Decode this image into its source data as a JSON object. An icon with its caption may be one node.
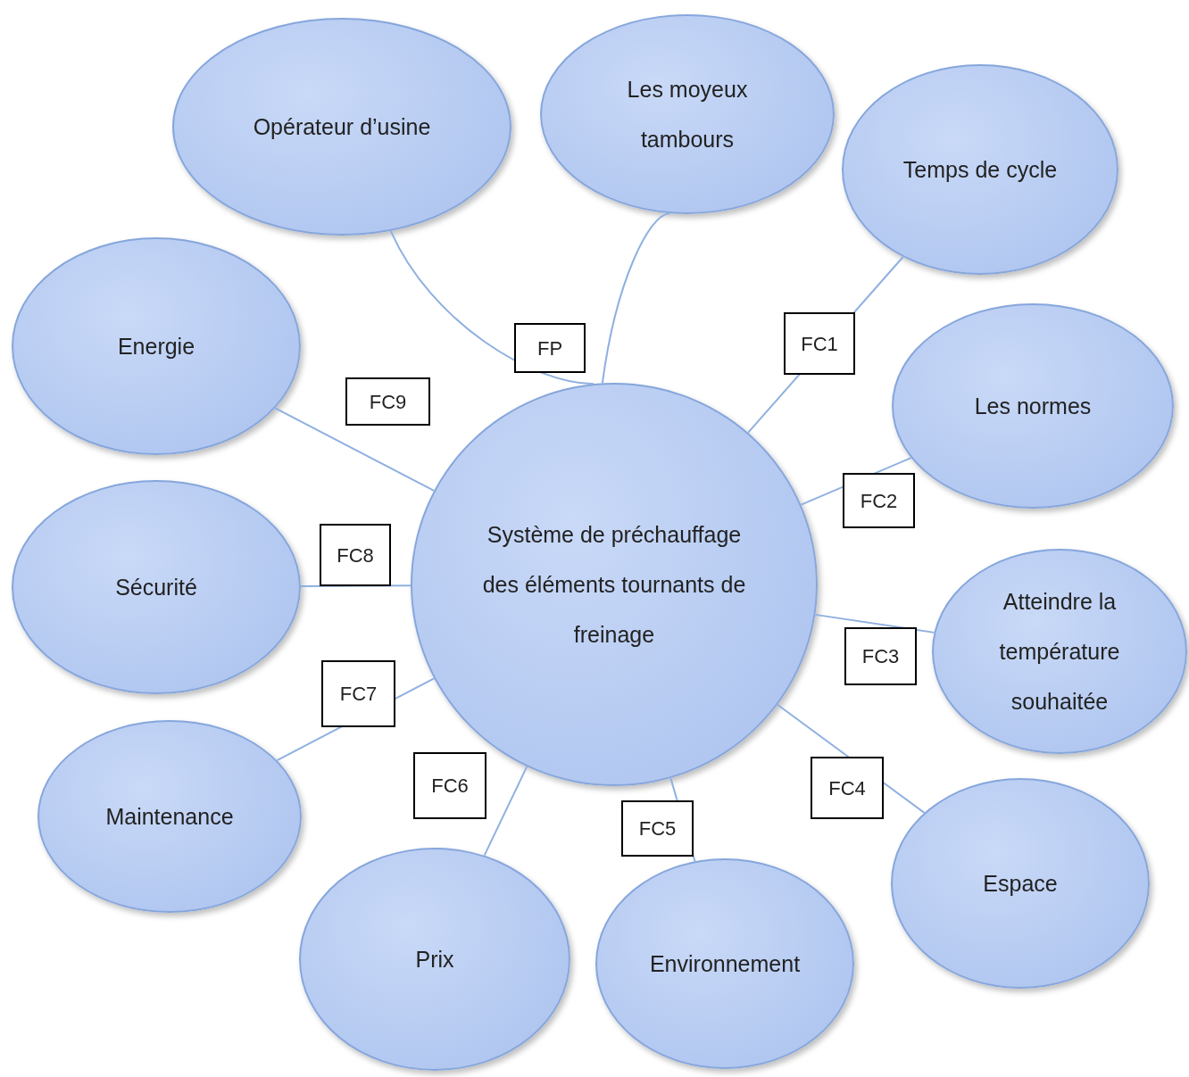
{
  "diagram": {
    "nodes": [
      {
        "text": [
          "Opérateur d’usine"
        ]
      },
      {
        "text": [
          "Les moyeux tambours"
        ]
      },
      {
        "text": [
          "Temps de cycle"
        ]
      },
      {
        "text": [
          "Energie"
        ]
      },
      {
        "text": [
          "Système de préchauffage des éléments tournants de freinage"
        ]
      },
      {
        "text": [
          "Les normes"
        ]
      },
      {
        "text": [
          "Sécurité"
        ]
      },
      {
        "text": [
          "Atteindre la température souhaitée"
        ]
      },
      {
        "text": [
          "Maintenance"
        ]
      },
      {
        "text": [
          "Espace"
        ]
      },
      {
        "text": [
          "Prix"
        ]
      },
      {
        "text": [
          "Environnement"
        ]
      }
    ],
    "edges": [
      {
        "from": 0,
        "to": 4,
        "arrow": "none",
        "label": "FP"
      },
      {
        "from": 4,
        "to": 1,
        "arrow": "none"
      },
      {
        "from": 4,
        "to": 2,
        "arrow": "none",
        "label": "FC1"
      },
      {
        "from": 4,
        "to": 5,
        "arrow": "none",
        "label": "FC2"
      },
      {
        "from": 4,
        "to": 7,
        "arrow": "none",
        "label": "FC3"
      },
      {
        "from": 4,
        "to": 9,
        "arrow": "none",
        "label": "FC4"
      },
      {
        "from": 4,
        "to": 11,
        "arrow": "none",
        "label": "FC5"
      },
      {
        "from": 4,
        "to": 10,
        "arrow": "none",
        "label": "FC6"
      },
      {
        "from": 4,
        "to": 8,
        "arrow": "none",
        "label": "FC7"
      },
      {
        "from": 4,
        "to": 6,
        "arrow": "none",
        "label": "FC8"
      },
      {
        "from": 4,
        "to": 3,
        "arrow": "none",
        "label": "FC9"
      }
    ]
  }
}
